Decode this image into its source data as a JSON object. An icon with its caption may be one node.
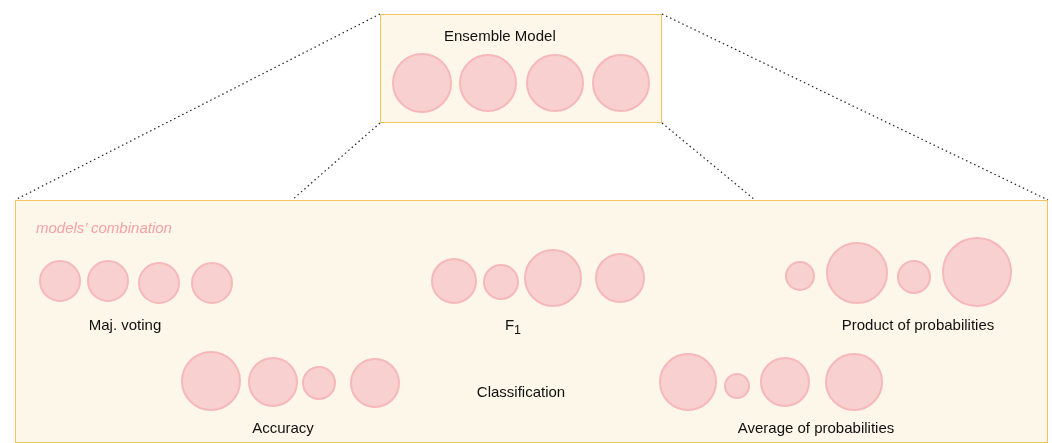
{
  "diagram": {
    "nodes": [
      {
        "text": [
          "Ensemble Model"
        ]
      },
      {
        "text": [],
        "shape": "circle",
        "in": 0
      },
      {
        "text": [],
        "shape": "circle",
        "in": 0
      },
      {
        "text": [],
        "shape": "circle",
        "in": 0
      },
      {
        "text": [],
        "shape": "circle",
        "in": 0
      },
      {
        "text": [
          "models’ combination"
        ]
      },
      {
        "text": [],
        "shape": "circle",
        "in": 5
      },
      {
        "text": [],
        "shape": "circle",
        "in": 5
      },
      {
        "text": [],
        "shape": "circle",
        "in": 5
      },
      {
        "text": [],
        "shape": "circle",
        "in": 5
      },
      {
        "text": [],
        "shape": "circle",
        "in": 5
      },
      {
        "text": [],
        "shape": "circle",
        "in": 5
      },
      {
        "text": [],
        "shape": "circle",
        "in": 5
      },
      {
        "text": [],
        "shape": "circle",
        "in": 5
      },
      {
        "text": [],
        "shape": "circle",
        "in": 5
      },
      {
        "text": [],
        "shape": "circle",
        "in": 5
      },
      {
        "text": [],
        "shape": "circle",
        "in": 5
      },
      {
        "text": [],
        "shape": "circle",
        "in": 5
      },
      {
        "text": [],
        "shape": "circle",
        "in": 5
      },
      {
        "text": [],
        "shape": "circle",
        "in": 5
      },
      {
        "text": [],
        "shape": "circle",
        "in": 5
      },
      {
        "text": [],
        "shape": "circle",
        "in": 5
      },
      {
        "text": [],
        "shape": "circle",
        "in": 5
      },
      {
        "text": [],
        "shape": "circle",
        "in": 5
      },
      {
        "text": [],
        "shape": "circle",
        "in": 5
      },
      {
        "text": [],
        "shape": "circle",
        "in": 5
      }
    ],
    "edges": [
      {
        "from": 0,
        "to": 5,
        "arrow": "none",
        "style": "dashed"
      },
      {
        "from": 0,
        "to": 5,
        "arrow": "none",
        "style": "dashed"
      },
      {
        "from": 0,
        "to": 5,
        "arrow": "none",
        "style": "dashed"
      },
      {
        "from": 0,
        "to": 5,
        "arrow": "none",
        "style": "dashed"
      }
    ],
    "labels": [
      "Maj. voting",
      "F$_{1}$",
      "Product of probabilities",
      "Classification",
      "Accuracy",
      "Average of probabilities"
    ]
  }
}
